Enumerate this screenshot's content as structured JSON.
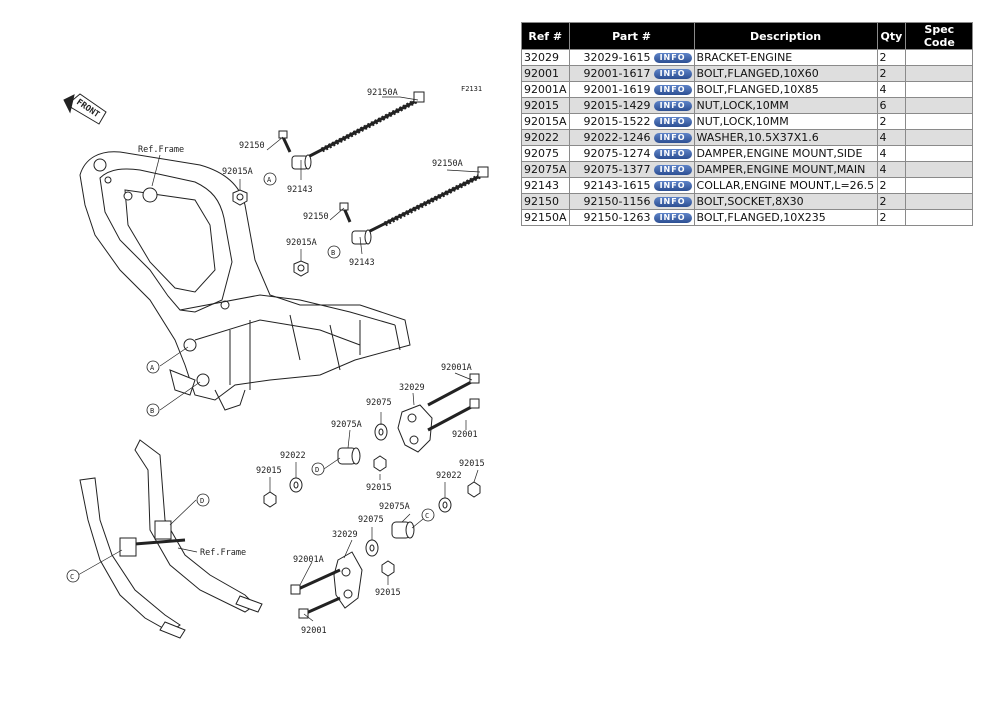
{
  "diagram": {
    "code": "F2131",
    "front_label": "FRONT",
    "callouts": {
      "ref_frame_top": "Ref.Frame",
      "ref_frame_bottom": "Ref.Frame",
      "c92150A_1": "92150A",
      "c92150A_2": "92150A",
      "c92150_1": "92150",
      "c92150_2": "92150",
      "c92015A_1": "92015A",
      "c92015A_2": "92015A",
      "c92143_1": "92143",
      "c92143_2": "92143",
      "c92001A_1": "92001A",
      "c92001A_2": "92001A",
      "c32029_1": "32029",
      "c32029_2": "32029",
      "c92075_1": "92075",
      "c92075_2": "92075",
      "c92075A_1": "92075A",
      "c92075A_2": "92075A",
      "c92001_1": "92001",
      "c92001_2": "92001",
      "c92022_1": "92022",
      "c92022_2": "92022",
      "c92015_1": "92015",
      "c92015_2": "92015",
      "c92015_3": "92015",
      "c92015_4": "92015"
    },
    "markers": {
      "a": "A",
      "b": "B",
      "c": "C",
      "d": "D"
    }
  },
  "table": {
    "headers": {
      "ref": "Ref #",
      "part": "Part #",
      "desc": "Description",
      "qty": "Qty",
      "spec": "Spec Code"
    },
    "info_label": "INFO",
    "rows": [
      {
        "ref": "32029",
        "part": "32029-1615",
        "desc": "BRACKET-ENGINE",
        "qty": "2",
        "spec": ""
      },
      {
        "ref": "92001",
        "part": "92001-1617",
        "desc": "BOLT,FLANGED,10X60",
        "qty": "2",
        "spec": ""
      },
      {
        "ref": "92001A",
        "part": "92001-1619",
        "desc": "BOLT,FLANGED,10X85",
        "qty": "4",
        "spec": ""
      },
      {
        "ref": "92015",
        "part": "92015-1429",
        "desc": "NUT,LOCK,10MM",
        "qty": "6",
        "spec": ""
      },
      {
        "ref": "92015A",
        "part": "92015-1522",
        "desc": "NUT,LOCK,10MM",
        "qty": "2",
        "spec": ""
      },
      {
        "ref": "92022",
        "part": "92022-1246",
        "desc": "WASHER,10.5X37X1.6",
        "qty": "4",
        "spec": ""
      },
      {
        "ref": "92075",
        "part": "92075-1274",
        "desc": "DAMPER,ENGINE MOUNT,SIDE",
        "qty": "4",
        "spec": ""
      },
      {
        "ref": "92075A",
        "part": "92075-1377",
        "desc": "DAMPER,ENGINE MOUNT,MAIN",
        "qty": "4",
        "spec": ""
      },
      {
        "ref": "92143",
        "part": "92143-1615",
        "desc": "COLLAR,ENGINE MOUNT,L=26.5",
        "qty": "2",
        "spec": ""
      },
      {
        "ref": "92150",
        "part": "92150-1156",
        "desc": "BOLT,SOCKET,8X30",
        "qty": "2",
        "spec": ""
      },
      {
        "ref": "92150A",
        "part": "92150-1263",
        "desc": "BOLT,FLANGED,10X235",
        "qty": "2",
        "spec": ""
      }
    ]
  }
}
